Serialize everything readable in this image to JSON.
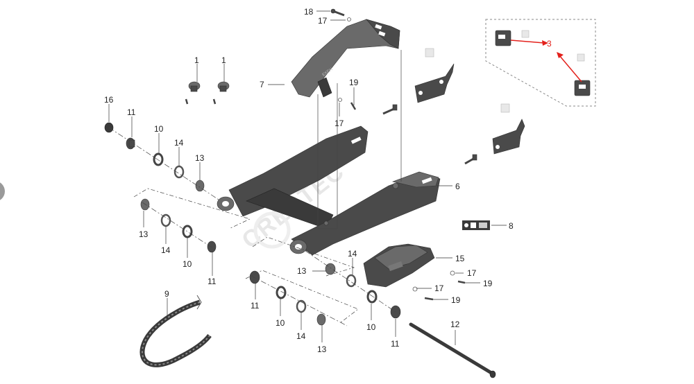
{
  "diagram": {
    "labels": [
      {
        "id": "18",
        "text": "18"
      },
      {
        "id": "17a",
        "text": "17"
      },
      {
        "id": "1a",
        "text": "1"
      },
      {
        "id": "1b",
        "text": "1"
      },
      {
        "id": "7",
        "text": "7"
      },
      {
        "id": "19a",
        "text": "19"
      },
      {
        "id": "17b",
        "text": "17"
      },
      {
        "id": "16",
        "text": "16"
      },
      {
        "id": "11a",
        "text": "11"
      },
      {
        "id": "10a",
        "text": "10"
      },
      {
        "id": "14a",
        "text": "14"
      },
      {
        "id": "13a",
        "text": "13"
      },
      {
        "id": "6",
        "text": "6"
      },
      {
        "id": "8",
        "text": "8"
      },
      {
        "id": "13b",
        "text": "13"
      },
      {
        "id": "14b",
        "text": "14"
      },
      {
        "id": "10b",
        "text": "10"
      },
      {
        "id": "11b",
        "text": "11"
      },
      {
        "id": "13c",
        "text": "13"
      },
      {
        "id": "14c",
        "text": "14"
      },
      {
        "id": "15",
        "text": "15"
      },
      {
        "id": "17c",
        "text": "17"
      },
      {
        "id": "19b",
        "text": "19"
      },
      {
        "id": "17d",
        "text": "17"
      },
      {
        "id": "19c",
        "text": "19"
      },
      {
        "id": "9",
        "text": "9"
      },
      {
        "id": "11c",
        "text": "11"
      },
      {
        "id": "10c",
        "text": "10"
      },
      {
        "id": "14d",
        "text": "14"
      },
      {
        "id": "13d",
        "text": "13"
      },
      {
        "id": "10d",
        "text": "10"
      },
      {
        "id": "11d",
        "text": "11"
      },
      {
        "id": "12",
        "text": "12"
      }
    ],
    "callout": {
      "text": "3",
      "color": "#e3201b"
    },
    "part_marking": "EXEH",
    "watermark": "CRESTEC"
  }
}
